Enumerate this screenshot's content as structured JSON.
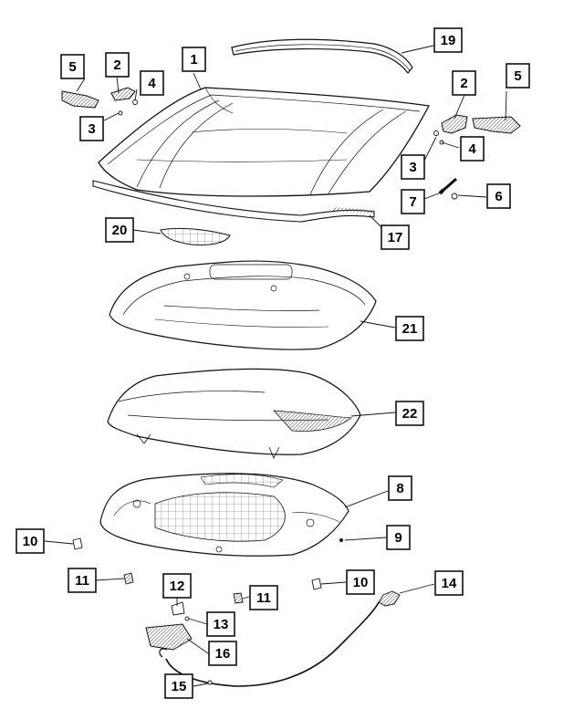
{
  "diagram": {
    "callouts": [
      {
        "id": "callout-1",
        "label": "1"
      },
      {
        "id": "callout-2a",
        "label": "2"
      },
      {
        "id": "callout-2b",
        "label": "2"
      },
      {
        "id": "callout-3a",
        "label": "3"
      },
      {
        "id": "callout-3b",
        "label": "3"
      },
      {
        "id": "callout-4a",
        "label": "4"
      },
      {
        "id": "callout-4b",
        "label": "4"
      },
      {
        "id": "callout-5a",
        "label": "5"
      },
      {
        "id": "callout-5b",
        "label": "5"
      },
      {
        "id": "callout-6",
        "label": "6"
      },
      {
        "id": "callout-7",
        "label": "7"
      },
      {
        "id": "callout-8",
        "label": "8"
      },
      {
        "id": "callout-9",
        "label": "9"
      },
      {
        "id": "callout-10a",
        "label": "10"
      },
      {
        "id": "callout-10b",
        "label": "10"
      },
      {
        "id": "callout-11a",
        "label": "11"
      },
      {
        "id": "callout-11b",
        "label": "11"
      },
      {
        "id": "callout-12",
        "label": "12"
      },
      {
        "id": "callout-13",
        "label": "13"
      },
      {
        "id": "callout-14",
        "label": "14"
      },
      {
        "id": "callout-15",
        "label": "15"
      },
      {
        "id": "callout-16",
        "label": "16"
      },
      {
        "id": "callout-17",
        "label": "17"
      },
      {
        "id": "callout-19",
        "label": "19"
      },
      {
        "id": "callout-20",
        "label": "20"
      },
      {
        "id": "callout-21",
        "label": "21"
      },
      {
        "id": "callout-22",
        "label": "22"
      }
    ]
  }
}
